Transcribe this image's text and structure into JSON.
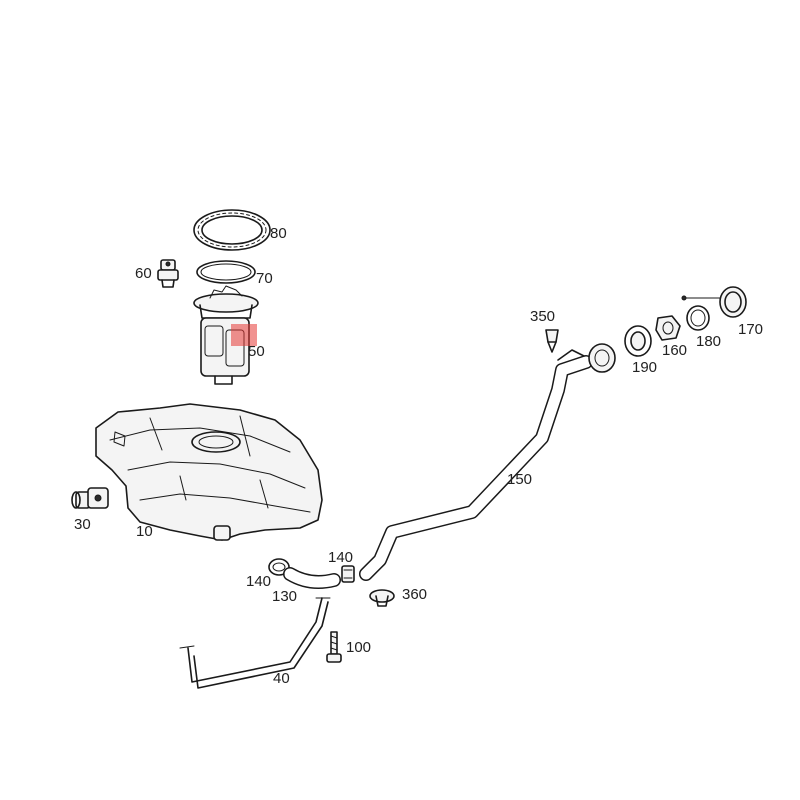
{
  "colors": {
    "line": "#1a1a1a",
    "highlight": "#e53935",
    "background": "#ffffff"
  },
  "labels": {
    "l80": "80",
    "l60": "60",
    "l70": "70",
    "l50": "50",
    "l350": "350",
    "l170": "170",
    "l160": "160",
    "l180": "180",
    "l190": "190",
    "l150": "150",
    "l30": "30",
    "l10": "10",
    "l140a": "140",
    "l140b": "140",
    "l130": "130",
    "l360": "360",
    "l100": "100",
    "l40": "40"
  }
}
